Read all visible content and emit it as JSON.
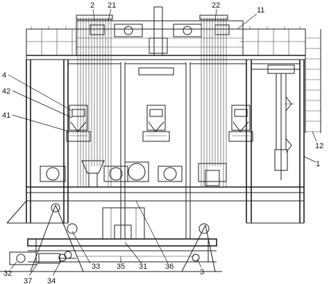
{
  "drawing": {
    "labels": {
      "l2": "2",
      "l21": "21",
      "l22": "22",
      "l11": "11",
      "l4": "4",
      "l42": "42",
      "l41": "41",
      "l12": "12",
      "l1": "1",
      "l32": "32",
      "l37": "37",
      "l34": "34",
      "l33": "33",
      "l35": "35",
      "l31": "31",
      "l36": "36",
      "l3": "3"
    },
    "colors": {
      "line": "#1a1a1a",
      "background": "#ffffff"
    }
  }
}
